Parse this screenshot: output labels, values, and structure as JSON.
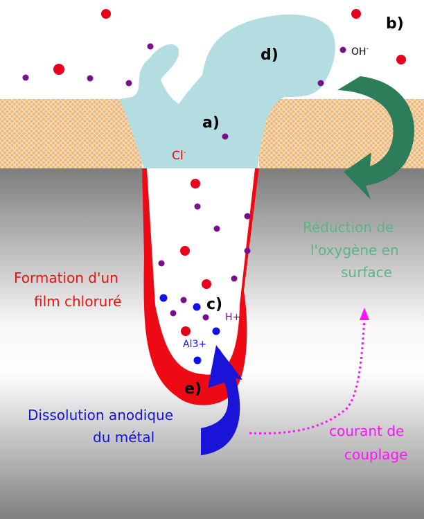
{
  "labels": {
    "a": "a)",
    "b": "b)",
    "c": "c)",
    "d": "d)",
    "e": "e)",
    "chloride": "Cl",
    "chloride_sup": "-",
    "hydroxide": "OH",
    "hydroxide_sup": "-",
    "proton": "H+",
    "aluminium": "Al3+",
    "film_line1": "Formation d'un",
    "film_line2": "film chloruré",
    "reduction_line1": "Réduction de",
    "reduction_line2": "l'oxygène en",
    "reduction_line3": "surface",
    "dissolution_line1": "Dissolution anodique",
    "dissolution_line2": "du métal",
    "courant_line1": "courant de",
    "courant_line2": "couplage"
  },
  "colors": {
    "chloride_ion": "#ff0000",
    "red_dot": "#e8001c",
    "purple_ion": "#7a0f8c",
    "blue_ion": "#1010ee",
    "oxide_layer": "#f0b878",
    "oxide_hatch": "#ffffff",
    "deposit": "#b3dde0",
    "chloride_film": "#ee0a14",
    "anodic_arrow": "#1a14d8",
    "cathodic_arrow": "#2e7d5a",
    "reduction_text": "#5cb585",
    "film_text": "#ee1010",
    "dissolution_text": "#1515dd",
    "coupling": "#ff14ff"
  },
  "icons": {
    "anodic_arrow": "curved-arrow-up",
    "cathodic_arrow": "curved-arrow-down-left",
    "coupling_path": "dotted-arrow"
  }
}
